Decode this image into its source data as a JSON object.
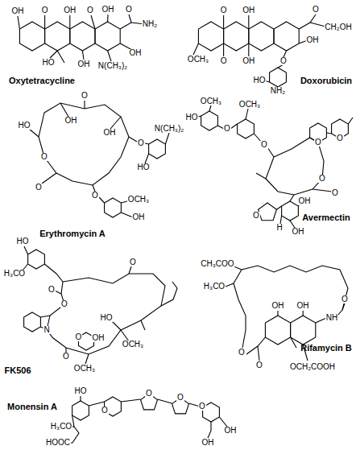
{
  "diagram": {
    "labels": [
      "OH",
      "O",
      "OH",
      "O",
      "OH",
      "O",
      "NH₂",
      "OH",
      "N(CH₃)₂",
      "OH",
      "HO",
      "Oxytetracycline",
      "O",
      "OH",
      "O",
      "CH₂OH",
      "OH",
      "OCH₃",
      "O",
      "OH",
      "O",
      "HO",
      "NH₂",
      "Doxorubicin",
      "O",
      "HO",
      "OH",
      "OH",
      "O",
      "O",
      "O",
      "N(CH₃)₂",
      "HO",
      "O",
      "OCH₃",
      "OH",
      "Erythromycin A",
      "HO",
      "OCH₃",
      "O",
      "OCH₃",
      "O",
      "O",
      "O",
      "O",
      "O",
      "OH",
      "O",
      "H",
      "OH",
      "Avermectin",
      "HO",
      "H₃CO",
      "O",
      "HO",
      "N",
      "O",
      "O",
      "O",
      "O",
      "OH",
      "OCH₃",
      "OCH₃",
      "FK506",
      "CH₃COO",
      "H₃CO",
      "OH",
      "OH",
      "O",
      "NH",
      "O",
      "O",
      "OCH₂COOH",
      "Rifamycin B",
      "HO",
      "O",
      "O",
      "O",
      "O",
      "H₃CO",
      "HOOC",
      "OH",
      "OH",
      "Monensin A"
    ]
  }
}
